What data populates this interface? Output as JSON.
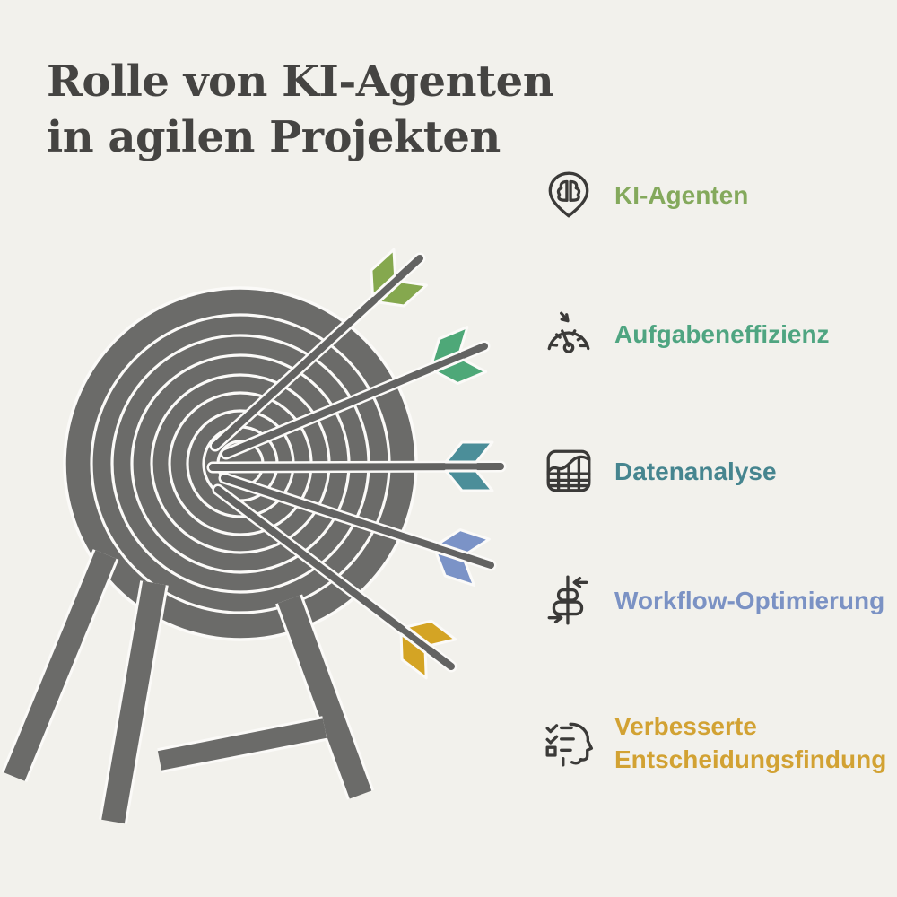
{
  "header": {
    "title_line1": "Rolle von KI-Agenten",
    "title_line2": "in agilen Projekten"
  },
  "palette": {
    "bg": "#f2f1ec",
    "ink": "#454442",
    "icon_ink": "#3b3a38",
    "target_gray": "#6b6b69",
    "arrow_shaft": "#636362",
    "outline": "#fbfaf8"
  },
  "legend": {
    "items": [
      {
        "label": "KI-Agenten",
        "color": "#84a95c",
        "icon": "brain-pin-icon"
      },
      {
        "label": "Aufgabeneffizienz",
        "color": "#4fa581",
        "icon": "speedometer-icon"
      },
      {
        "label": "Datenanalyse",
        "color": "#46858f",
        "icon": "chart-grid-icon"
      },
      {
        "label": "Workflow-Optimierung",
        "color": "#7b92c4",
        "icon": "workflow-sliders-icon"
      },
      {
        "label": "Verbesserte Entscheidungsfindung",
        "color": "#d2a233",
        "icon": "decision-head-icon"
      }
    ]
  },
  "illustration": {
    "description": "Archery target on a wooden easel stand with five arrows stuck in the bullseye, fletching colors matching the legend items",
    "arrows": [
      {
        "name": "arrow-ki-agenten",
        "fletching_color": "#85a84e"
      },
      {
        "name": "arrow-aufgabeneffizienz",
        "fletching_color": "#4ea878"
      },
      {
        "name": "arrow-datenanalyse",
        "fletching_color": "#4b8e99"
      },
      {
        "name": "arrow-workflow-optimierung",
        "fletching_color": "#7b93c7"
      },
      {
        "name": "arrow-entscheidungsfindung",
        "fletching_color": "#d4a424"
      }
    ]
  }
}
